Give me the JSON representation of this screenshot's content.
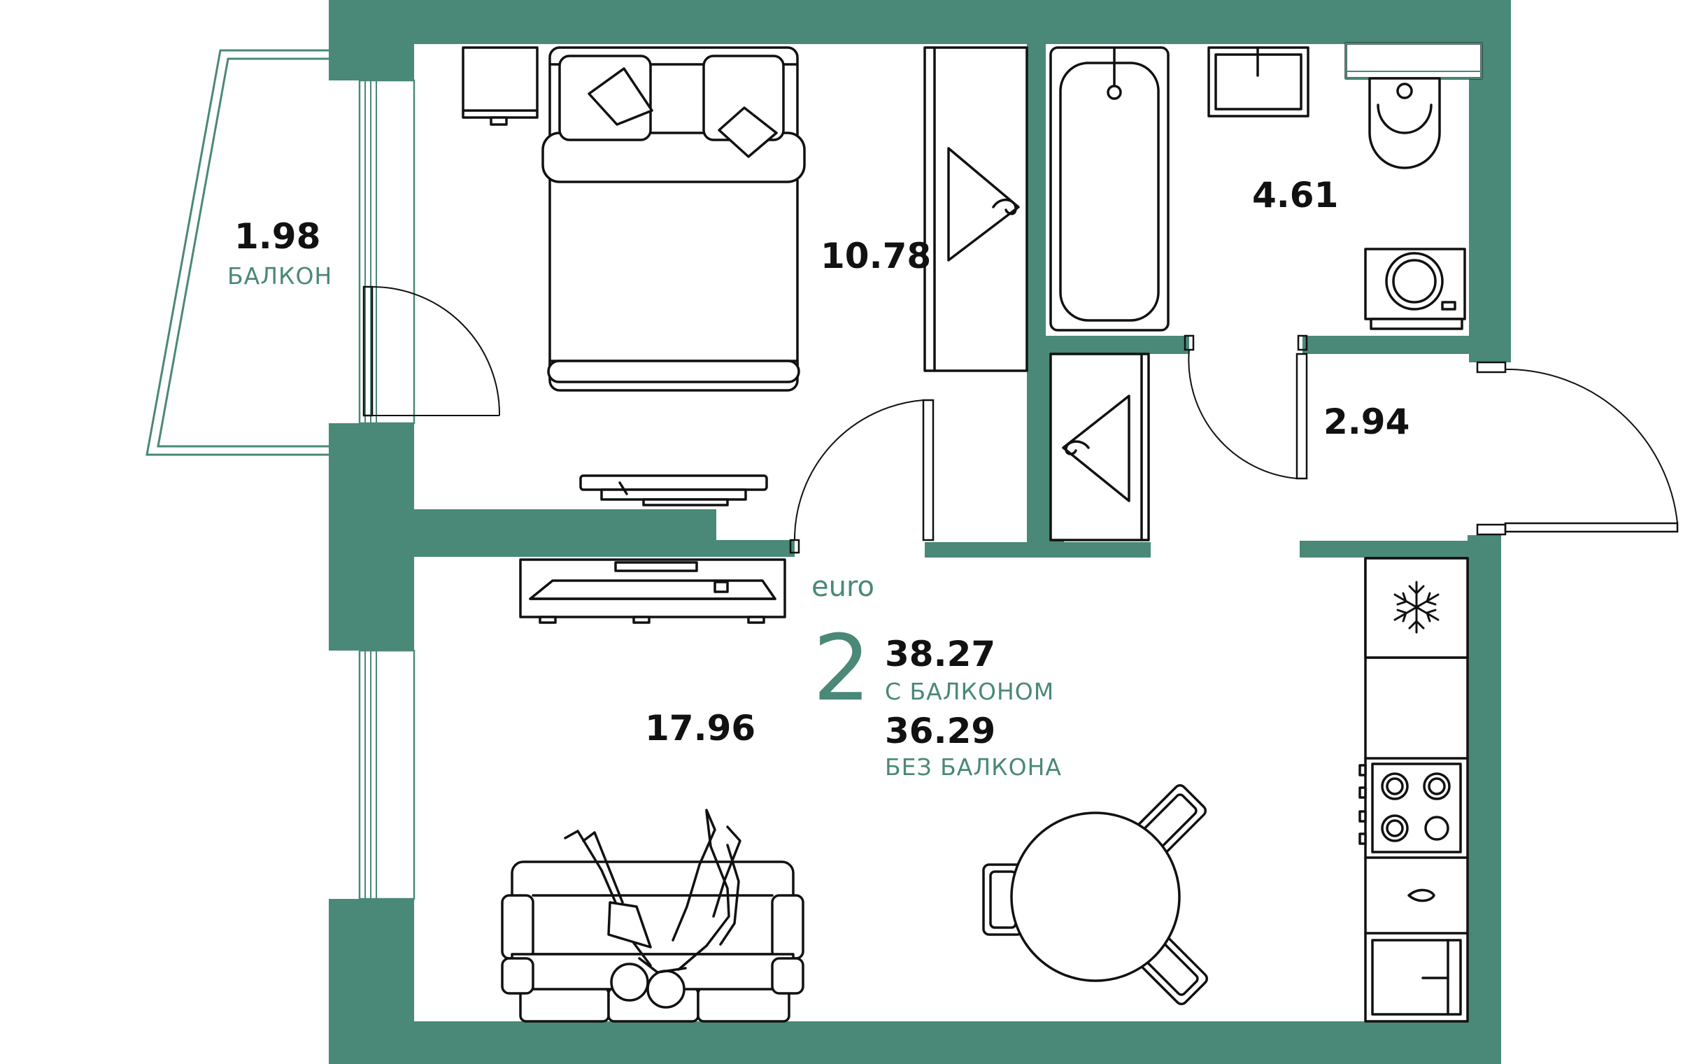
{
  "colors": {
    "wall": "#4a8878",
    "furniture_stroke": "#111111",
    "background": "#ffffff",
    "accent_text": "#4a8878"
  },
  "layout_type": "euro",
  "rooms_count": "2",
  "total_area": "38.27",
  "total_area_caption": "С БАЛКОНОМ",
  "living_area": "36.29",
  "living_area_caption": "БЕЗ БАЛКОНА",
  "rooms": {
    "balcony": {
      "area": "1.98",
      "label": "БАЛКОН"
    },
    "bedroom": {
      "area": "10.78"
    },
    "bathroom": {
      "area": "4.61"
    },
    "hallway": {
      "area": "2.94"
    },
    "living_kitchen": {
      "area": "17.96"
    }
  },
  "icons": [
    "snowflake-icon",
    "hanger-icon",
    "cooktop-icon",
    "washing-machine-icon"
  ]
}
